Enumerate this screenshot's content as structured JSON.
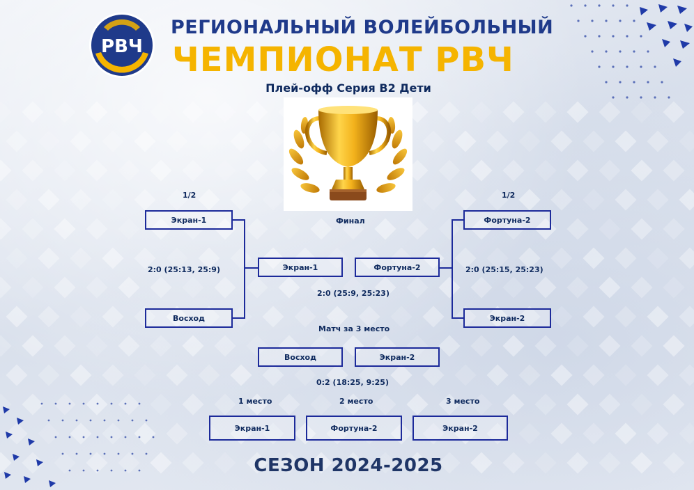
{
  "header": {
    "logo_text": "РВЧ",
    "title_line1": "РЕГИОНАЛЬНЫЙ ВОЛЕЙБОЛЬНЫЙ",
    "title_line2": "ЧЕМПИОНАТ РВЧ",
    "subtitle": "Плей-офф Серия B2 Дети"
  },
  "bracket": {
    "left": {
      "round_label": "1/2",
      "team_top": "Экран-1",
      "team_bottom": "Восход",
      "score": "2:0 (25:13, 25:9)"
    },
    "right": {
      "round_label": "1/2",
      "team_top": "Фортуна-2",
      "team_bottom": "Экран-2",
      "score": "2:0 (25:15, 25:23)"
    },
    "final": {
      "label": "Финал",
      "team_left": "Экран-1",
      "team_right": "Фортуна-2",
      "score": "2:0 (25:9, 25:23)"
    },
    "third_place": {
      "label": "Матч за 3 место",
      "team_left": "Восход",
      "team_right": "Экран-2",
      "score": "0:2 (18:25, 9:25)"
    }
  },
  "standings": [
    {
      "place": "1 место",
      "team": "Экран-1"
    },
    {
      "place": "2 место",
      "team": "Фортуна-2"
    },
    {
      "place": "3 место",
      "team": "Экран-2"
    }
  ],
  "footer": {
    "season": "СЕЗОН 2024-2025"
  },
  "colors": {
    "brand_blue": "#1f3a8a",
    "brand_yellow": "#f5b400",
    "bracket_line": "#1c2a9a"
  }
}
